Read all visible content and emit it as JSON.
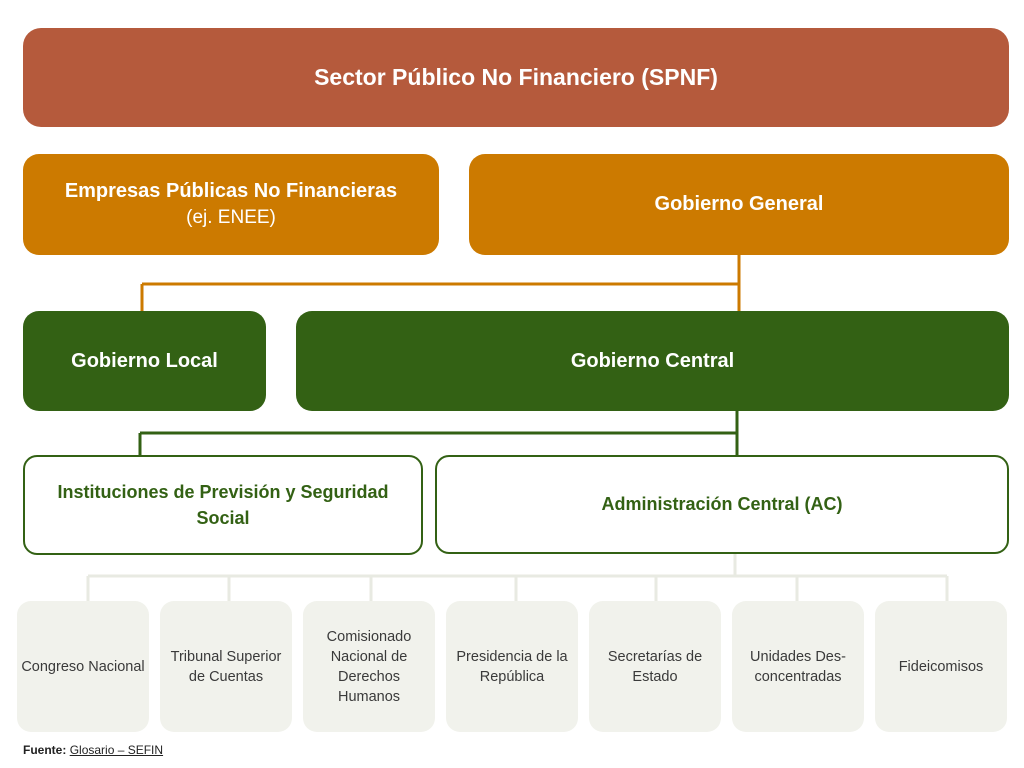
{
  "diagram": {
    "root": "Sector Público No Financiero (SPNF)",
    "level1": {
      "empresas": {
        "title": "Empresas Públicas No Financieras",
        "example": "(ej. ENEE)"
      },
      "gobierno_general": "Gobierno General"
    },
    "level2": {
      "gobierno_local": "Gobierno Local",
      "gobierno_central": "Gobierno Central"
    },
    "level3": {
      "instituciones": "Instituciones de Previsión y Seguridad Social",
      "administracion_central": "Administración Central (AC)"
    },
    "leaves": [
      "Congreso Nacional",
      "Tribunal Superior de Cuentas",
      "Comisionado Nacional de Derechos Humanos",
      "Presidencia de la República",
      "Secretarías de Estado",
      "Unidades Des-concentradas",
      "Fideicomisos"
    ],
    "colors": {
      "root": "#b55a3c",
      "level1": "#cc7a00",
      "level2": "#336114",
      "leaf_bg": "#f1f2ec",
      "leaf_connector": "#e8eae2"
    }
  },
  "footer": {
    "source_label": "Fuente:",
    "source_link": "Glosario – SEFIN"
  }
}
